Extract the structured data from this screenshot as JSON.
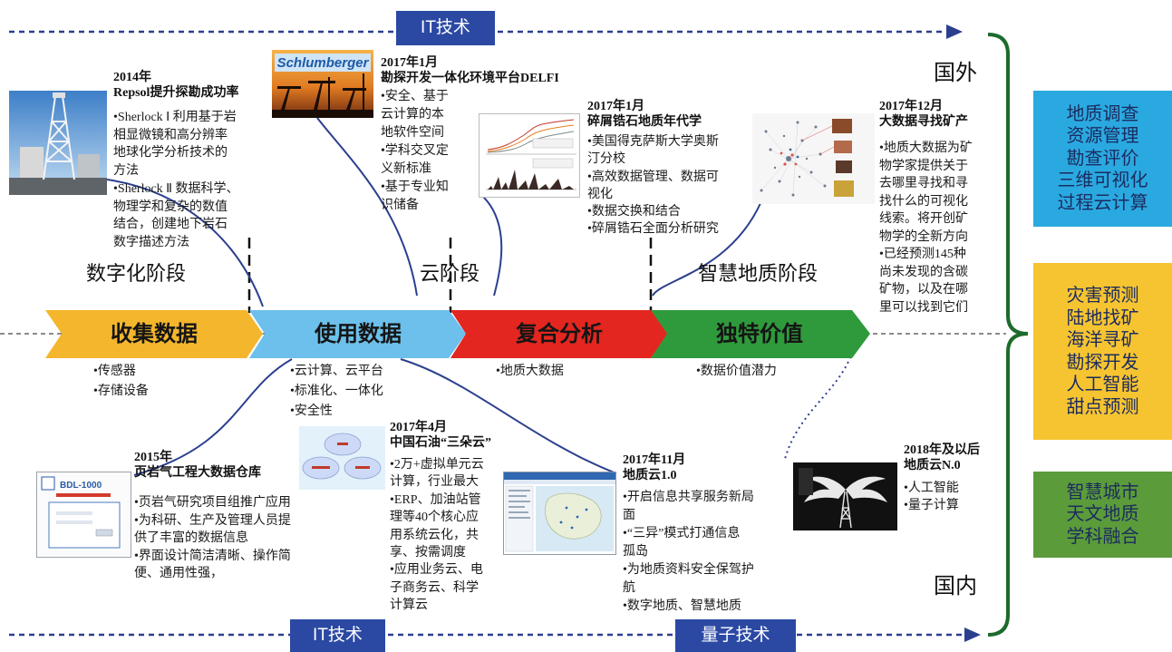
{
  "tech": {
    "top": "IT技术",
    "bottom_left": "IT技术",
    "bottom_right": "量子技术"
  },
  "regions": {
    "foreign": "国外",
    "domestic": "国内"
  },
  "stages": {
    "digital": "数字化阶段",
    "cloud": "云阶段",
    "smart": "智慧地质阶段"
  },
  "colors": {
    "line": "#2b3f8f",
    "brace": "#1d6b2c",
    "tech_box": "#2b49a3"
  },
  "process": [
    {
      "label": "收集数据",
      "color": "#f4b62d",
      "bullets": [
        "•传感器",
        "•存储设备"
      ]
    },
    {
      "label": "使用数据",
      "color": "#6cc0eb",
      "bullets": [
        "•云计算、云平台",
        "•标准化、一体化",
        "•安全性"
      ]
    },
    {
      "label": "复合分析",
      "color": "#e3261f",
      "bullets": [
        "•地质大数据"
      ]
    },
    {
      "label": "独特价值",
      "color": "#2f9a3c",
      "bullets": [
        "•数据价值潜力"
      ]
    }
  ],
  "events": [
    {
      "year": "2014年",
      "title": "Repsol提升探勘成功率",
      "lines": [
        "•Sherlock Ⅰ 利用基于岩",
        "相显微镜和高分辨率",
        "地球化学分析技术的",
        "方法",
        "•Sherlock Ⅱ 数据科学、",
        "物理学和复杂的数值",
        "结合，创建地下岩石",
        "数字描述方法"
      ]
    },
    {
      "year": "2017年1月",
      "title": "勘探开发一体化环境平台DELFI",
      "lines": [
        "•安全、基于",
        "云计算的本",
        "地软件空间",
        "•学科交叉定",
        "义新标准",
        "•基于专业知",
        "识储备"
      ]
    },
    {
      "year": "2017年1月",
      "title": "碎屑锆石地质年代学",
      "lines": [
        "•美国得克萨斯大学奥斯",
        "汀分校",
        "•高效数据管理、数据可",
        "视化",
        "•数据交换和结合",
        "•碎屑锆石全面分析研究"
      ]
    },
    {
      "year": "2017年12月",
      "title": "大数据寻找矿产",
      "lines": [
        "•地质大数据为矿",
        "物学家提供关于",
        "去哪里寻找和寻",
        "找什么的可视化",
        "线索。将开创矿",
        "物学的全新方向",
        "•已经预测145种",
        "尚未发现的含碳",
        "矿物，以及在哪",
        "里可以找到它们"
      ]
    },
    {
      "year": "2015年",
      "title": "页岩气工程大数据仓库",
      "lines": [
        "•页岩气研究项目组推广应用",
        "•为科研、生产及管理人员提",
        "供了丰富的数据信息",
        "•界面设计简洁清晰、操作简",
        "便、通用性强，"
      ]
    },
    {
      "year": "2017年4月",
      "title": "中国石油“三朵云”",
      "lines": [
        "•2万+虚拟单元云",
        "计算，行业最大",
        "•ERP、加油站管",
        "理等40个核心应",
        "用系统云化，共",
        "享、按需调度",
        "•应用业务云、电",
        "子商务云、科学",
        "计算云"
      ]
    },
    {
      "year": "2017年11月",
      "title": "地质云1.0",
      "lines": [
        "•开启信息共享服务新局",
        "面",
        "•“三异”模式打通信息",
        "孤岛",
        "•为地质资料安全保驾护",
        "航",
        "•数字地质、智慧地质"
      ]
    },
    {
      "year": "2018年及以后",
      "title": "地质云N.0",
      "lines": [
        "•人工智能",
        "•量子计算"
      ]
    }
  ],
  "images": {
    "schlumberger_logo": "Schlumberger",
    "bdl_label": "BDL-1000"
  },
  "side_boxes": [
    {
      "color": "#2aa9e1",
      "lines": [
        "地质调查",
        "资源管理",
        "勘查评价",
        "三维可视化",
        "过程云计算"
      ]
    },
    {
      "color": "#f6c431",
      "lines": [
        "灾害预测",
        "陆地找矿",
        "海洋寻矿",
        "勘探开发",
        "人工智能",
        "甜点预测"
      ]
    },
    {
      "color": "#5b9b3a",
      "lines": [
        "智慧城市",
        "天文地质",
        "学科融合"
      ]
    }
  ]
}
